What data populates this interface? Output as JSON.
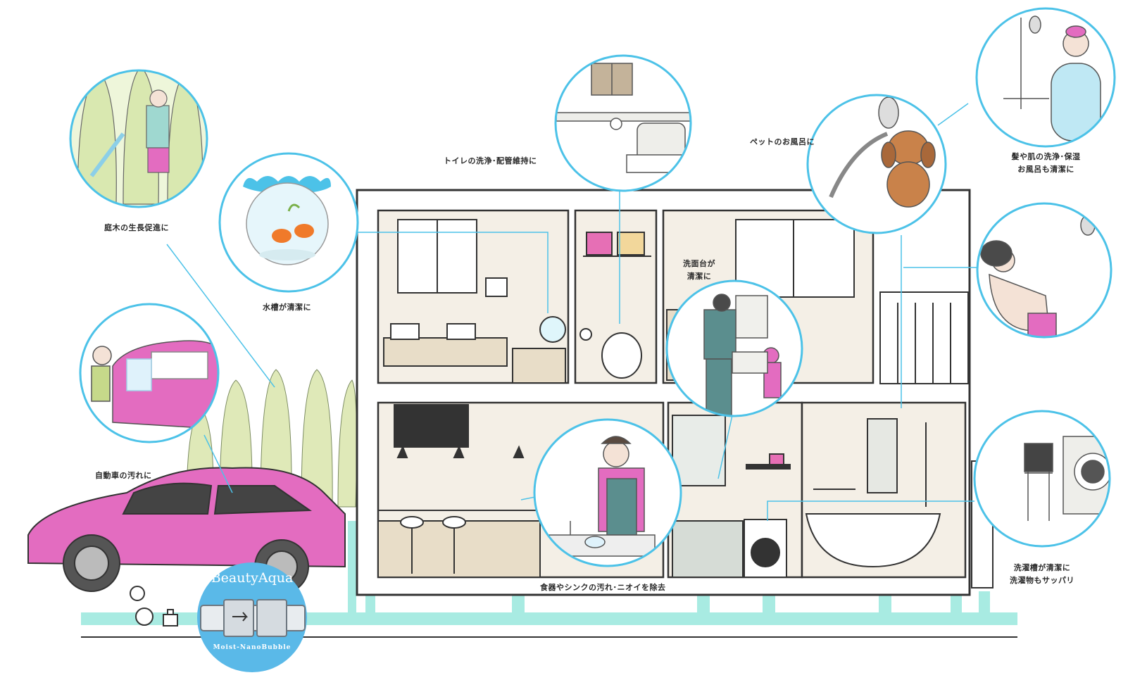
{
  "colors": {
    "pipe": "#a8ebe2",
    "circle_border": "#4cc2e8",
    "leader_line": "#4cc2e8",
    "house_line": "#333333",
    "wall": "#f4efe6",
    "tree": "#dfe9b8",
    "car": "#e36cc0",
    "product_circle": "#5ab9e8"
  },
  "labels": {
    "garden": "庭木の生長促進に",
    "aquarium": "水槽が清潔に",
    "car": "自動車の汚れに",
    "toilet": "トイレの洗浄･配管維持に",
    "pet": "ペットのお風呂に",
    "bath_line1": "髪や肌の洗浄･保湿",
    "bath_line2": "お風呂も清潔に",
    "washbasin_line1": "洗面台が",
    "washbasin_line2": "清潔に",
    "kitchen": "食器やシンクの汚れ･ニオイを除去",
    "laundry_line1": "洗濯槽が清潔に",
    "laundry_line2": "洗濯物もサッパリ"
  },
  "product": {
    "name": "BeautyAqua",
    "subtitle": "Moist-NanoBubble"
  },
  "icons": [
    "water-meter-icon",
    "valve-icon"
  ]
}
